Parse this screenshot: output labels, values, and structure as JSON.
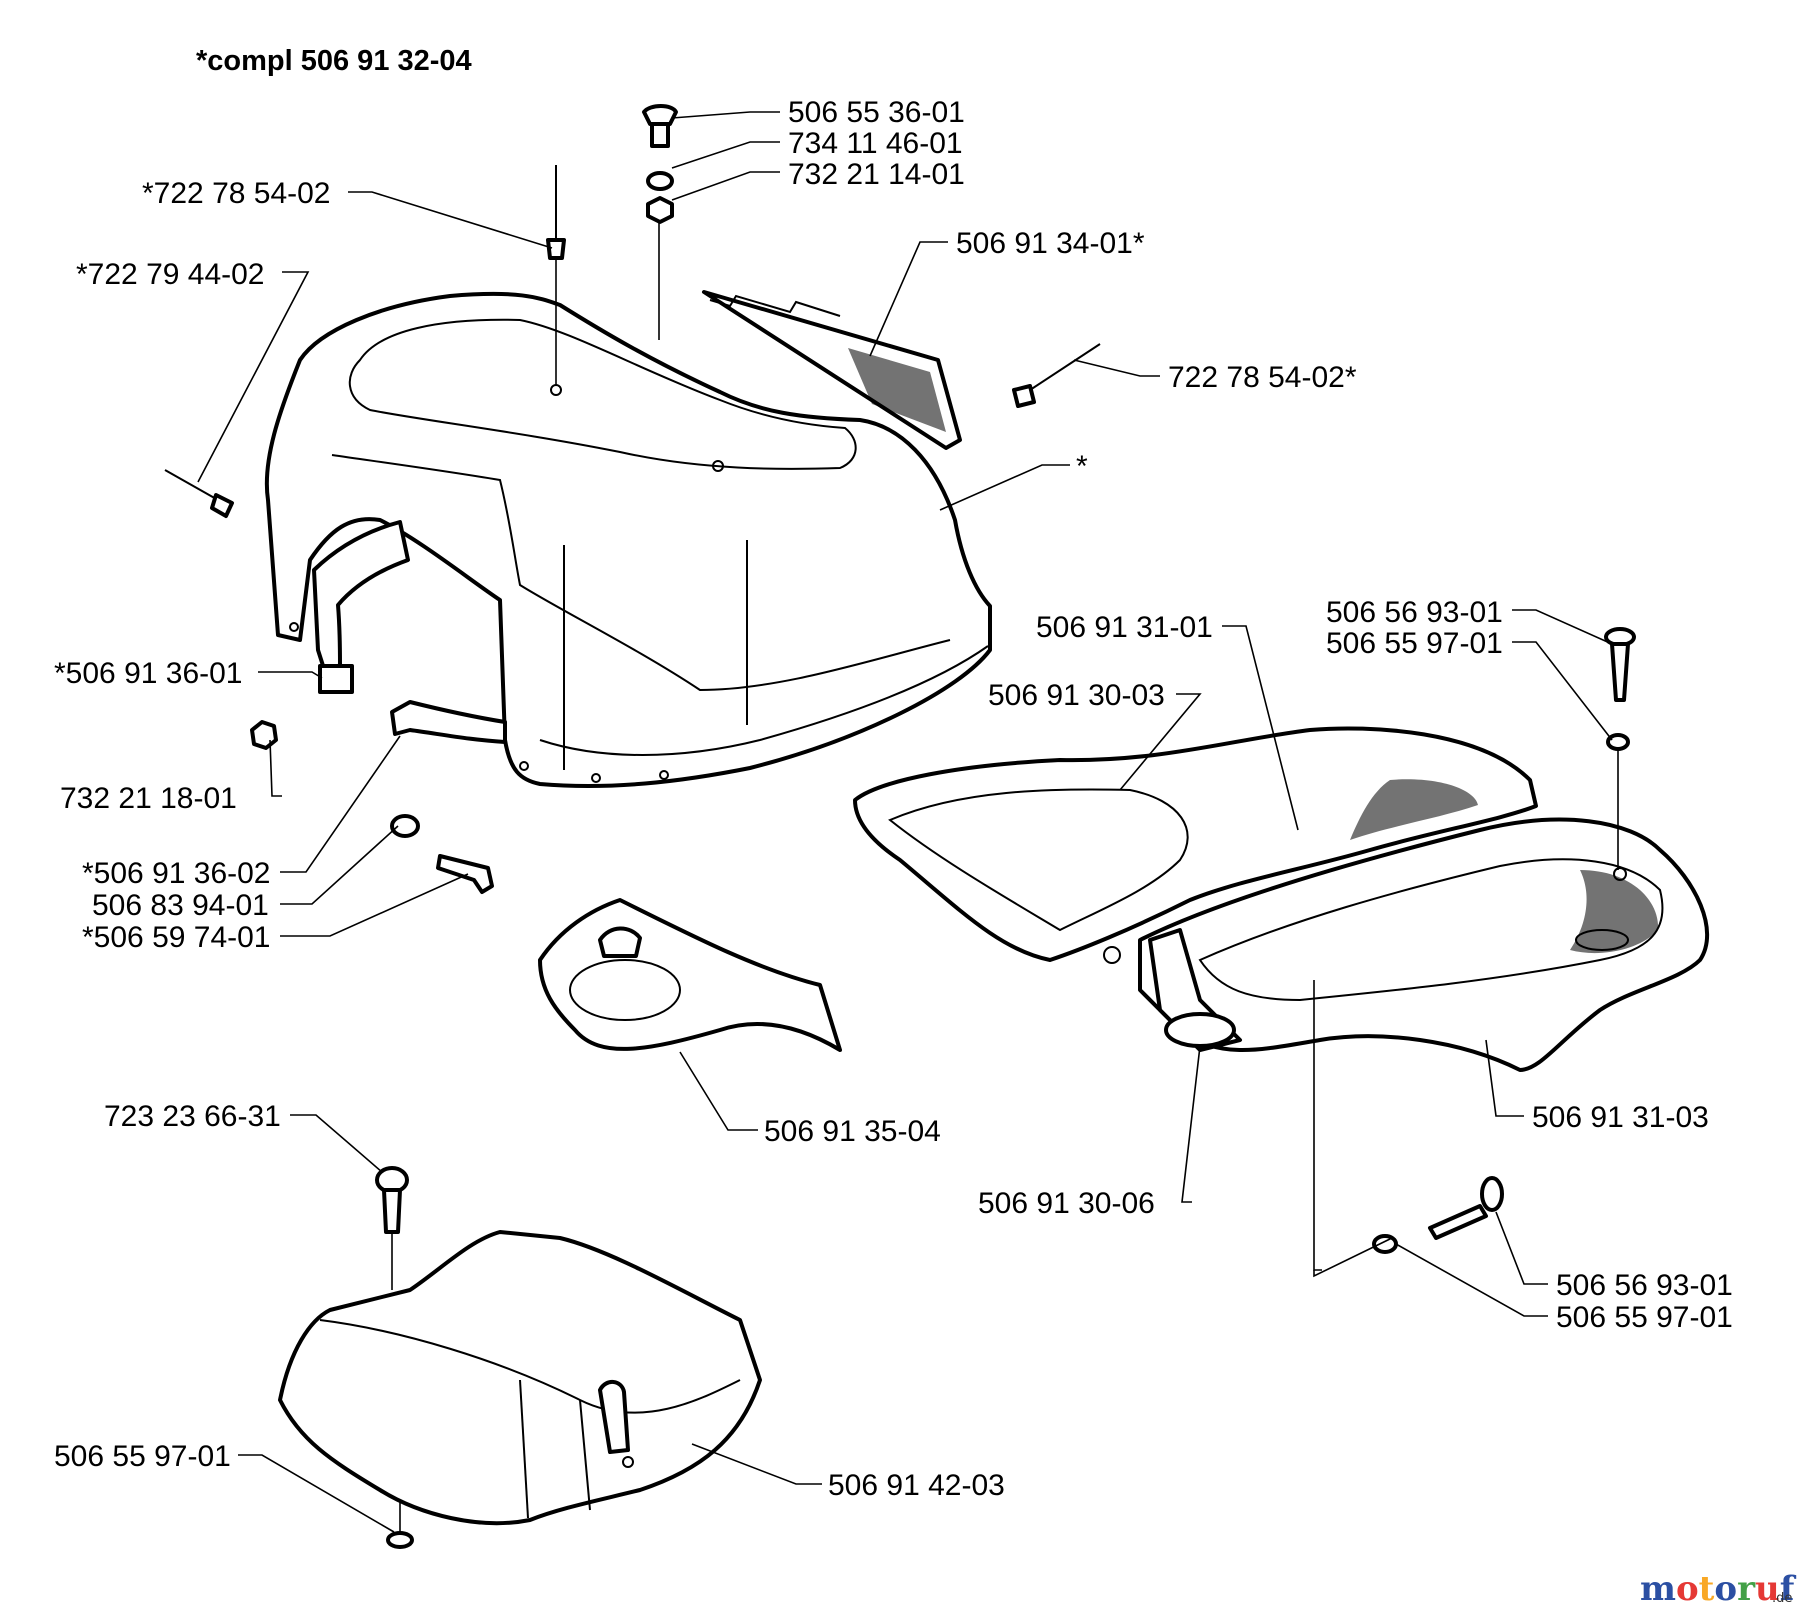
{
  "title": "*compl 506 91 32-04",
  "labels": {
    "l01": "506 55 36-01",
    "l02": "734 11 46-01",
    "l03": "732 21 14-01",
    "l04": "*722 78 54-02",
    "l05": "*722 79 44-02",
    "l06": "506 91 34-01*",
    "l07": "722 78 54-02*",
    "l08": "*",
    "l09": "*506 91 36-01",
    "l10": "732 21 18-01",
    "l11": "*506 91 36-02",
    "l12": "506 83 94-01",
    "l13": "*506 59 74-01",
    "l14": "506 91 31-01",
    "l15": "506 91 30-03",
    "l16": "506 56 93-01",
    "l17": "506 55 97-01",
    "l18": "506 91 35-04",
    "l19": "506 91 31-03",
    "l20": "506 91 30-06",
    "l21": "723 23 66-31",
    "l22": "506 56 93-01",
    "l23": "506 55 97-01",
    "l24": "506 55 97-01",
    "l25": "506 91 42-03"
  },
  "watermark": {
    "brand": "motoruf",
    "suffix": ".de",
    "colors": [
      "#2b4fa3",
      "#e53935",
      "#f9a825",
      "#2b4fa3",
      "#43a047",
      "#e53935",
      "#2b4fa3"
    ]
  }
}
